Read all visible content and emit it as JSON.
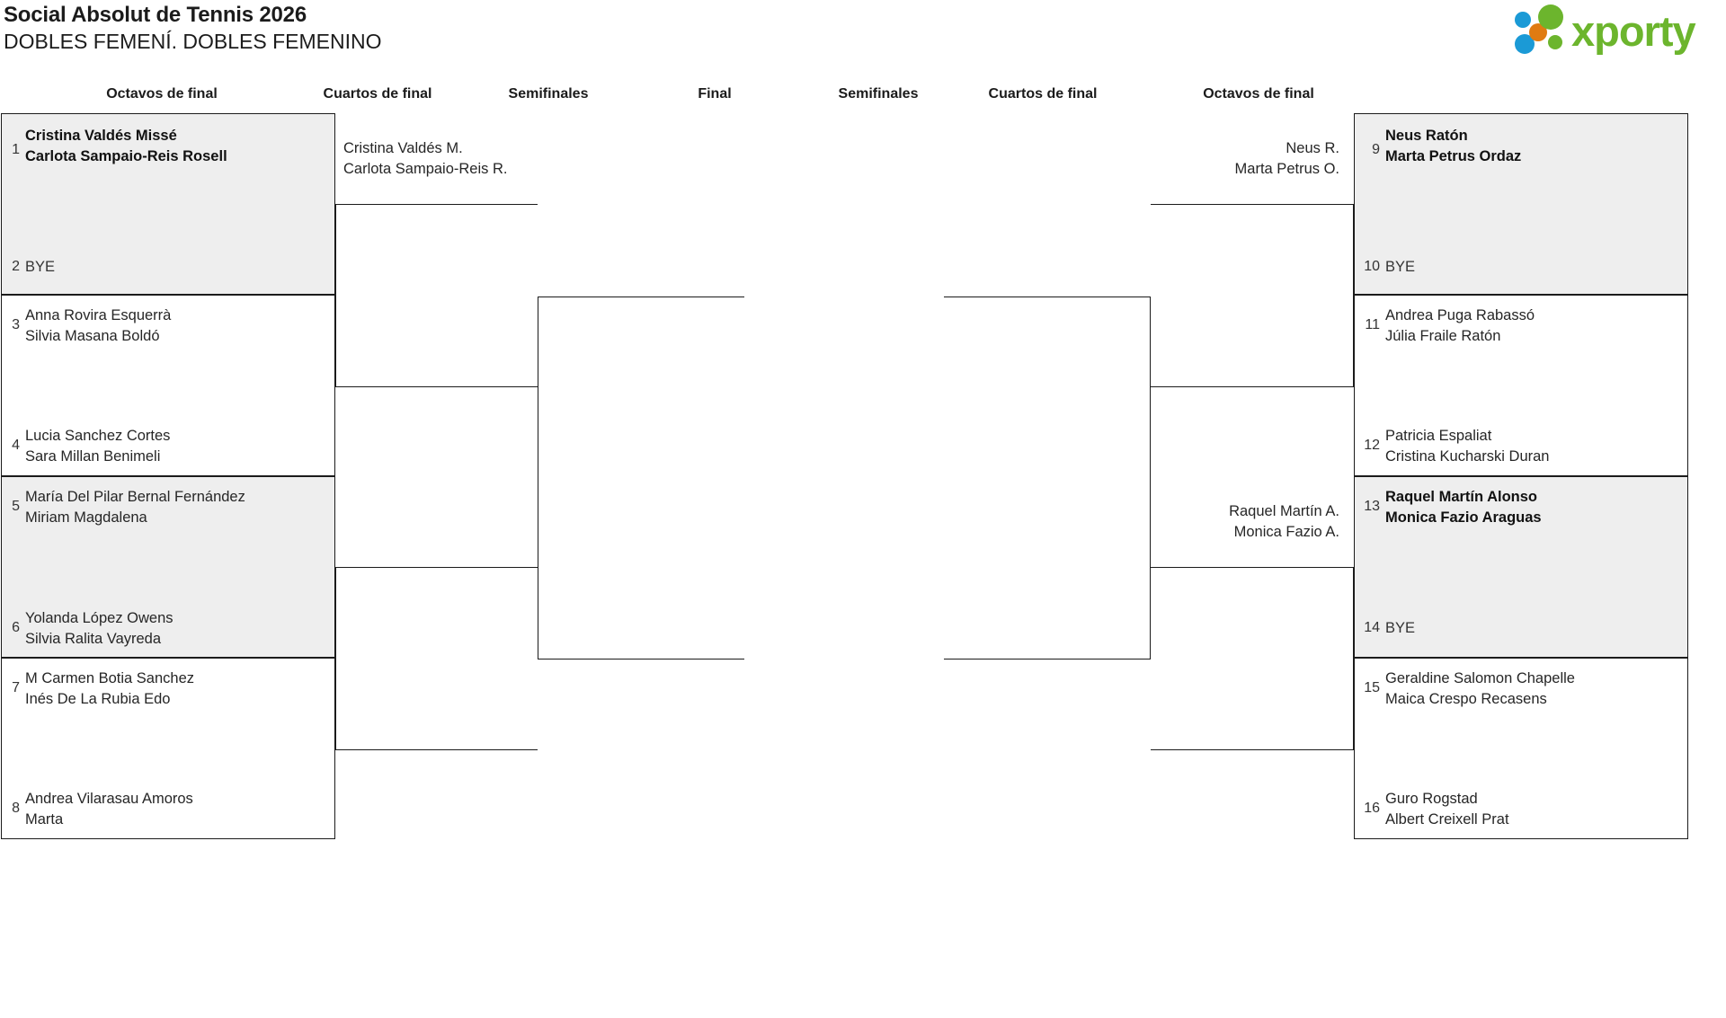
{
  "header": {
    "tournament": "Social Absolut de Tennis 2026",
    "category": "DOBLES FEMENÍ. DOBLES FEMENINO",
    "logo_text": "xporty",
    "logo_colors": {
      "green": "#6cb52d",
      "blue": "#1b9ad6",
      "orange": "#e07b12"
    }
  },
  "rounds": {
    "left": [
      {
        "key": "l-octavos",
        "label": "Octavos de final"
      },
      {
        "key": "l-cuartos",
        "label": "Cuartos de final"
      },
      {
        "key": "l-semis",
        "label": "Semifinales"
      }
    ],
    "final": {
      "key": "final",
      "label": "Final"
    },
    "right": [
      {
        "key": "r-semis",
        "label": "Semifinales"
      },
      {
        "key": "r-cuartos",
        "label": "Cuartos de final"
      },
      {
        "key": "r-octavos",
        "label": "Octavos de final"
      }
    ]
  },
  "bracket": {
    "left_octavos": [
      {
        "seed": "1",
        "line1": "Cristina Valdés Missé",
        "line2": "Carlota Sampaio-Reis Rosell",
        "winner": true,
        "bye": false
      },
      {
        "seed": "2",
        "line1": "BYE",
        "line2": "",
        "winner": false,
        "bye": true
      },
      {
        "seed": "3",
        "line1": "Anna Rovira Esquerrà",
        "line2": "Silvia Masana Boldó",
        "winner": false,
        "bye": false
      },
      {
        "seed": "4",
        "line1": "Lucia Sanchez Cortes",
        "line2": "Sara Millan Benimeli",
        "winner": false,
        "bye": false
      },
      {
        "seed": "5",
        "line1": "María Del Pilar Bernal Fernández",
        "line2": "Miriam Magdalena",
        "winner": false,
        "bye": false
      },
      {
        "seed": "6",
        "line1": "Yolanda López Owens",
        "line2": "Silvia Ralita Vayreda",
        "winner": false,
        "bye": false
      },
      {
        "seed": "7",
        "line1": "M Carmen Botia Sanchez",
        "line2": "Inés De La Rubia Edo",
        "winner": false,
        "bye": false
      },
      {
        "seed": "8",
        "line1": "Andrea Vilarasau Amoros",
        "line2": "Marta",
        "winner": false,
        "bye": false
      }
    ],
    "right_octavos": [
      {
        "seed": "9",
        "line1": "Neus Ratón",
        "line2": "Marta Petrus Ordaz",
        "winner": true,
        "bye": false
      },
      {
        "seed": "10",
        "line1": "BYE",
        "line2": "",
        "winner": false,
        "bye": true
      },
      {
        "seed": "11",
        "line1": "Andrea Puga Rabassó",
        "line2": "Júlia Fraile Ratón",
        "winner": false,
        "bye": false
      },
      {
        "seed": "12",
        "line1": "Patricia Espaliat",
        "line2": "Cristina Kucharski Duran",
        "winner": false,
        "bye": false
      },
      {
        "seed": "13",
        "line1": "Raquel Martín Alonso",
        "line2": "Monica Fazio Araguas",
        "winner": true,
        "bye": false
      },
      {
        "seed": "14",
        "line1": "BYE",
        "line2": "",
        "winner": false,
        "bye": true
      },
      {
        "seed": "15",
        "line1": "Geraldine Salomon Chapelle",
        "line2": "Maica Crespo Recasens",
        "winner": false,
        "bye": false
      },
      {
        "seed": "16",
        "line1": "Guro Rogstad",
        "line2": "Albert Creixell Prat",
        "winner": false,
        "bye": false
      }
    ],
    "left_cuartos": [
      {
        "line1": "Cristina Valdés M.",
        "line2": "Carlota Sampaio-Reis R."
      },
      {
        "line1": "",
        "line2": ""
      }
    ],
    "right_cuartos": [
      {
        "line1": "Neus R.",
        "line2": "Marta Petrus O."
      },
      {
        "line1": "Raquel Martín A.",
        "line2": "Monica Fazio A."
      }
    ],
    "left_semis": [
      {
        "line1": "",
        "line2": ""
      }
    ],
    "right_semis": [
      {
        "line1": "",
        "line2": ""
      }
    ],
    "final_slot": {
      "line1": "",
      "line2": ""
    }
  }
}
